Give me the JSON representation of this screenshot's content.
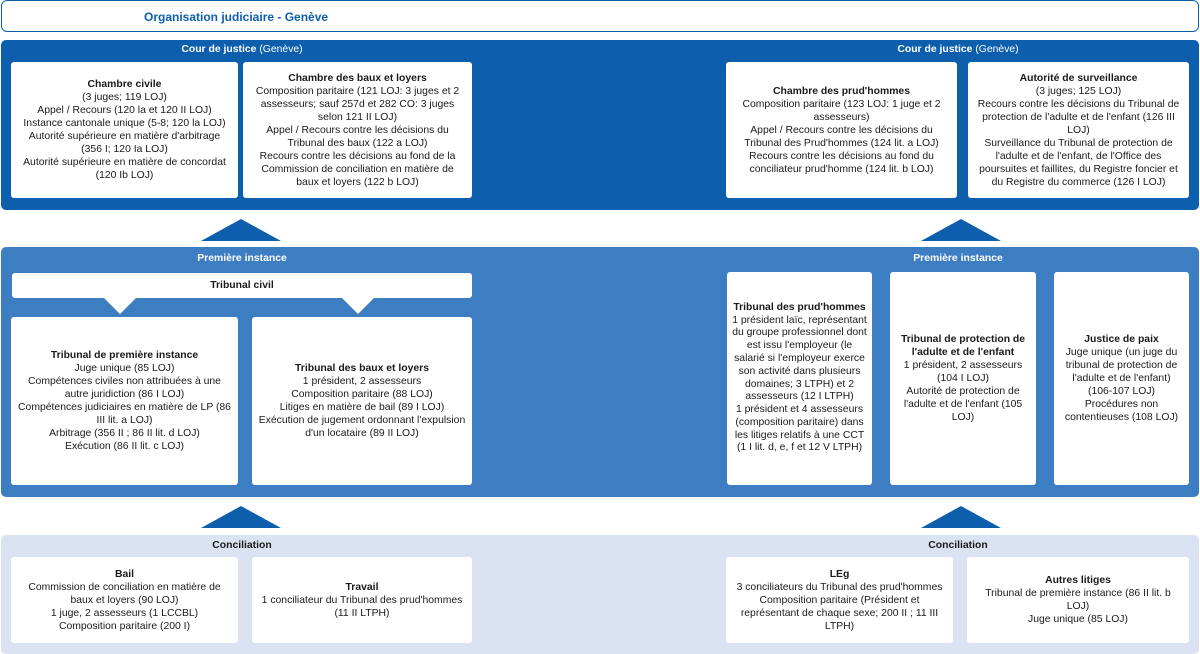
{
  "header": {
    "title": "Organisation judiciaire - Genève"
  },
  "court_left": {
    "title": "Cour de justice",
    "subtitle": "(Genève)",
    "cards": [
      {
        "title": "Chambre civile",
        "lines": [
          "(3 juges; 119 LOJ)",
          "Appel / Recours (120 la et 120 II LOJ)",
          "Instance cantonale unique (5-8; 120 la LOJ)",
          "Autorité supérieure en matière d'arbitrage (356 I; 120 Ia LOJ)",
          "Autorité supérieure en matière de concordat (120 Ib LOJ)"
        ]
      },
      {
        "title": "Chambre des baux et loyers",
        "lines": [
          "Composition paritaire (121 LOJ: 3 juges et 2 assesseurs; sauf 257d et 282 CO: 3 juges selon 121 II LOJ)",
          "Appel / Recours contre les décisions du Tribunal des baux (122 a LOJ)",
          "Recours contre les décisions au fond de la Commission de conciliation en matière de baux et loyers (122 b LOJ)"
        ]
      }
    ]
  },
  "court_right": {
    "title": "Cour de justice",
    "subtitle": "(Genève)",
    "cards": [
      {
        "title": "Chambre des prud'hommes",
        "lines": [
          "Composition paritaire (123 LOJ: 1 juge et 2 assesseurs)",
          "Appel / Recours contre les décisions du Tribunal des Prud'hommes (124 lit. a LOJ)",
          "Recours contre les décisions au fond du conciliateur prud'homme (124 lit. b LOJ)"
        ]
      },
      {
        "title": "Autorité de surveillance",
        "lines": [
          "(3 juges; 125 LOJ)",
          "Recours contre les décisions du Tribunal de protection de l'adulte et de l'enfant (126 III LOJ)",
          "Surveillance du Tribunal de protection de l'adulte et de l'enfant, de l'Office des poursuites et faillites, du Registre foncier et du Registre du commerce (126 I LOJ)"
        ]
      }
    ]
  },
  "first_left": {
    "title": "Première instance",
    "tribunal_civil": "Tribunal civil",
    "cards": [
      {
        "title": "Tribunal de première instance",
        "lines": [
          "Juge unique (85 LOJ)",
          "Compétences civiles non attribuées à une autre juridiction (86 I LOJ)",
          "Compétences judiciaires en matière de LP (86 III lit. a LOJ)",
          "Arbitrage (356 II ; 86 II lit. d LOJ)",
          "Exécution (86 II lit. c LOJ)"
        ]
      },
      {
        "title": "Tribunal des baux et loyers",
        "lines": [
          "1 président, 2 assesseurs",
          "Composition paritaire (88 LOJ)",
          "Litiges en matière de bail (89 I LOJ)",
          "Exécution de jugement ordonnant l'expulsion d'un locataire (89 II LOJ)"
        ]
      }
    ]
  },
  "first_right": {
    "title": "Première instance",
    "cards": [
      {
        "title": "Tribunal des prud'hommes",
        "lines": [
          "1 président laïc, représentant du groupe professionnel dont est issu l'employeur (le salarié si l'employeur exerce son activité dans plusieurs domaines; 3 LTPH) et 2 assesseurs (12 I LTPH)",
          "1 président et 4 assesseurs (composition paritaire) dans les litiges relatifs à une CCT (1 I lit. d, e, f et 12 V LTPH)"
        ]
      },
      {
        "title": "Tribunal de protection de l'adulte et de l'enfant",
        "lines": [
          "1 président, 2 assesseurs (104 I LOJ)",
          "Autorité de protection de l'adulte et de l'enfant (105 LOJ)"
        ]
      },
      {
        "title": "Justice de paix",
        "lines": [
          "Juge unique (un juge du tribunal de protection de l'adulte et de l'enfant) (106-107 LOJ)",
          "Procédures non contentieuses (108 LOJ)"
        ]
      }
    ]
  },
  "concil_left": {
    "title": "Conciliation",
    "cards": [
      {
        "title": "Bail",
        "lines": [
          "Commission de conciliation en matière de baux et loyers (90 LOJ)",
          "1 juge, 2 assesseurs (1 LCCBL)",
          "Composition paritaire (200 I)"
        ]
      },
      {
        "title": "Travail",
        "lines": [
          "1 conciliateur du Tribunal des prud'hommes (11 II LTPH)"
        ]
      }
    ]
  },
  "concil_right": {
    "title": "Conciliation",
    "cards": [
      {
        "title": "LEg",
        "lines": [
          "3 conciliateurs du Tribunal des prud'hommes",
          "Composition paritaire (Président et représentant de chaque sexe; 200 II ; 11 III LTPH)"
        ]
      },
      {
        "title": "Autres litiges",
        "lines": [
          "Tribunal de première instance (86 II lit. b LOJ)",
          "Juge unique (85 LOJ)"
        ]
      }
    ]
  },
  "colors": {
    "court_band": "#0d5fae",
    "first_band": "#3d7ec3",
    "concil_band": "#dbe3f3",
    "header_border": "#0d5fae"
  }
}
